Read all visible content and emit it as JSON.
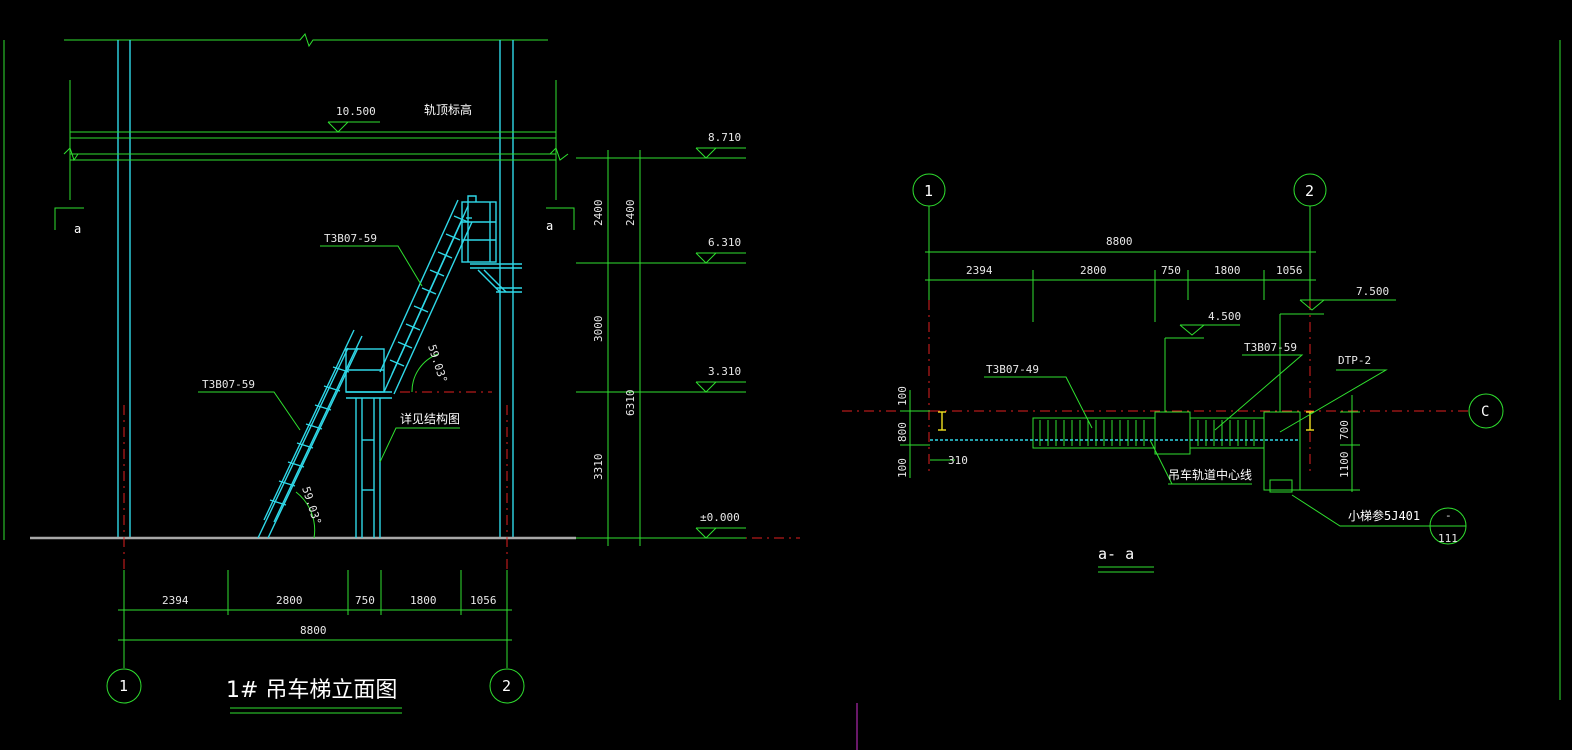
{
  "elevation_view": {
    "title": "1# 吊车梯立面图",
    "section_marks": [
      "a",
      "a"
    ],
    "rail_top_label": "轨顶标高",
    "rail_top_level": "10.500",
    "levels": [
      "8.710",
      "6.310",
      "3.310",
      "±0.000"
    ],
    "stair_ref_upper": "T3B07-59",
    "stair_ref_lower": "T3B07-59",
    "structure_note": "详见结构图",
    "angle_upper": "59.03°",
    "angle_lower": "59.03°",
    "inner_vertical_dims": [
      "2400",
      "3000",
      "3310"
    ],
    "outer_vertical_dims": [
      "2400",
      "6310"
    ],
    "horizontal_dims": [
      "2394",
      "2800",
      "750",
      "1800",
      "1056"
    ],
    "total_dim": "8800",
    "axis_1": "1",
    "axis_2": "2"
  },
  "section_view": {
    "title": "a- a",
    "axis_1": "1",
    "axis_2": "2",
    "axis_c": "C",
    "total_dim": "8800",
    "horizontal_dims": [
      "2394",
      "2800",
      "750",
      "1800",
      "1056"
    ],
    "level_landing": "4.500",
    "level_top": "7.500",
    "stair_ref_left": "T3B07-49",
    "stair_ref_right": "T3B07-59",
    "platform_ref": "DTP-2",
    "rail_centerline_note": "吊车轨道中心线",
    "left_dims": [
      "100",
      "800",
      "100"
    ],
    "offset_dim": "310",
    "right_dims": [
      "700",
      "1100"
    ],
    "detail_note": "小梯参5J401",
    "detail_top": "-",
    "detail_bottom": "111"
  }
}
